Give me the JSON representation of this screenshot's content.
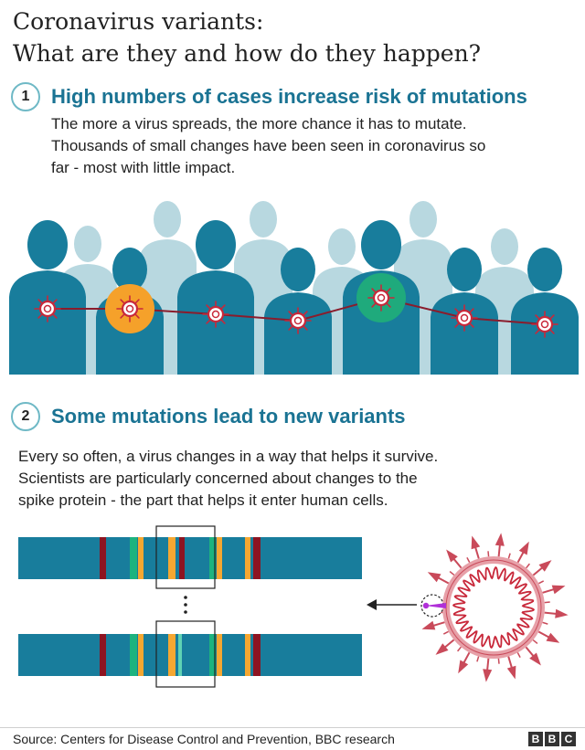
{
  "title": {
    "line1": "Coronavirus variants:",
    "line2": "What are they and how do they happen?"
  },
  "step1": {
    "number": "1",
    "heading": "High numbers of cases increase risk of mutations",
    "body": [
      "The more a virus spreads, the more chance it has to mutate.",
      "Thousands of small changes have been seen in coronavirus so",
      "far - most with little impact."
    ]
  },
  "step2": {
    "number": "2",
    "heading": "Some mutations lead to new variants",
    "body": [
      "Every so often, a virus changes in a way that helps it survive.",
      "Scientists are particularly concerned about changes to the",
      "spike protein - the part that helps it enter human cells."
    ]
  },
  "footer": {
    "source": "Source: Centers for Disease Control and Prevention, BBC research",
    "logo_letters": [
      "B",
      "B",
      "C"
    ]
  },
  "colors": {
    "teal_dark": "#1a7393",
    "teal_light": "#b8d8e0",
    "person": "#187d9c",
    "virus_red": "#c8283a",
    "link_line": "#8a1c2c",
    "highlight_orange": "#f5a12a",
    "highlight_green": "#1faa7c",
    "band_dark_red": "#8d1421",
    "band_green": "#1db37f",
    "band_orange": "#f5a731",
    "band_new_green": "#5fd2b4",
    "spike_pink": "#c94a5a",
    "arrow_magenta": "#b02fd8"
  }
}
